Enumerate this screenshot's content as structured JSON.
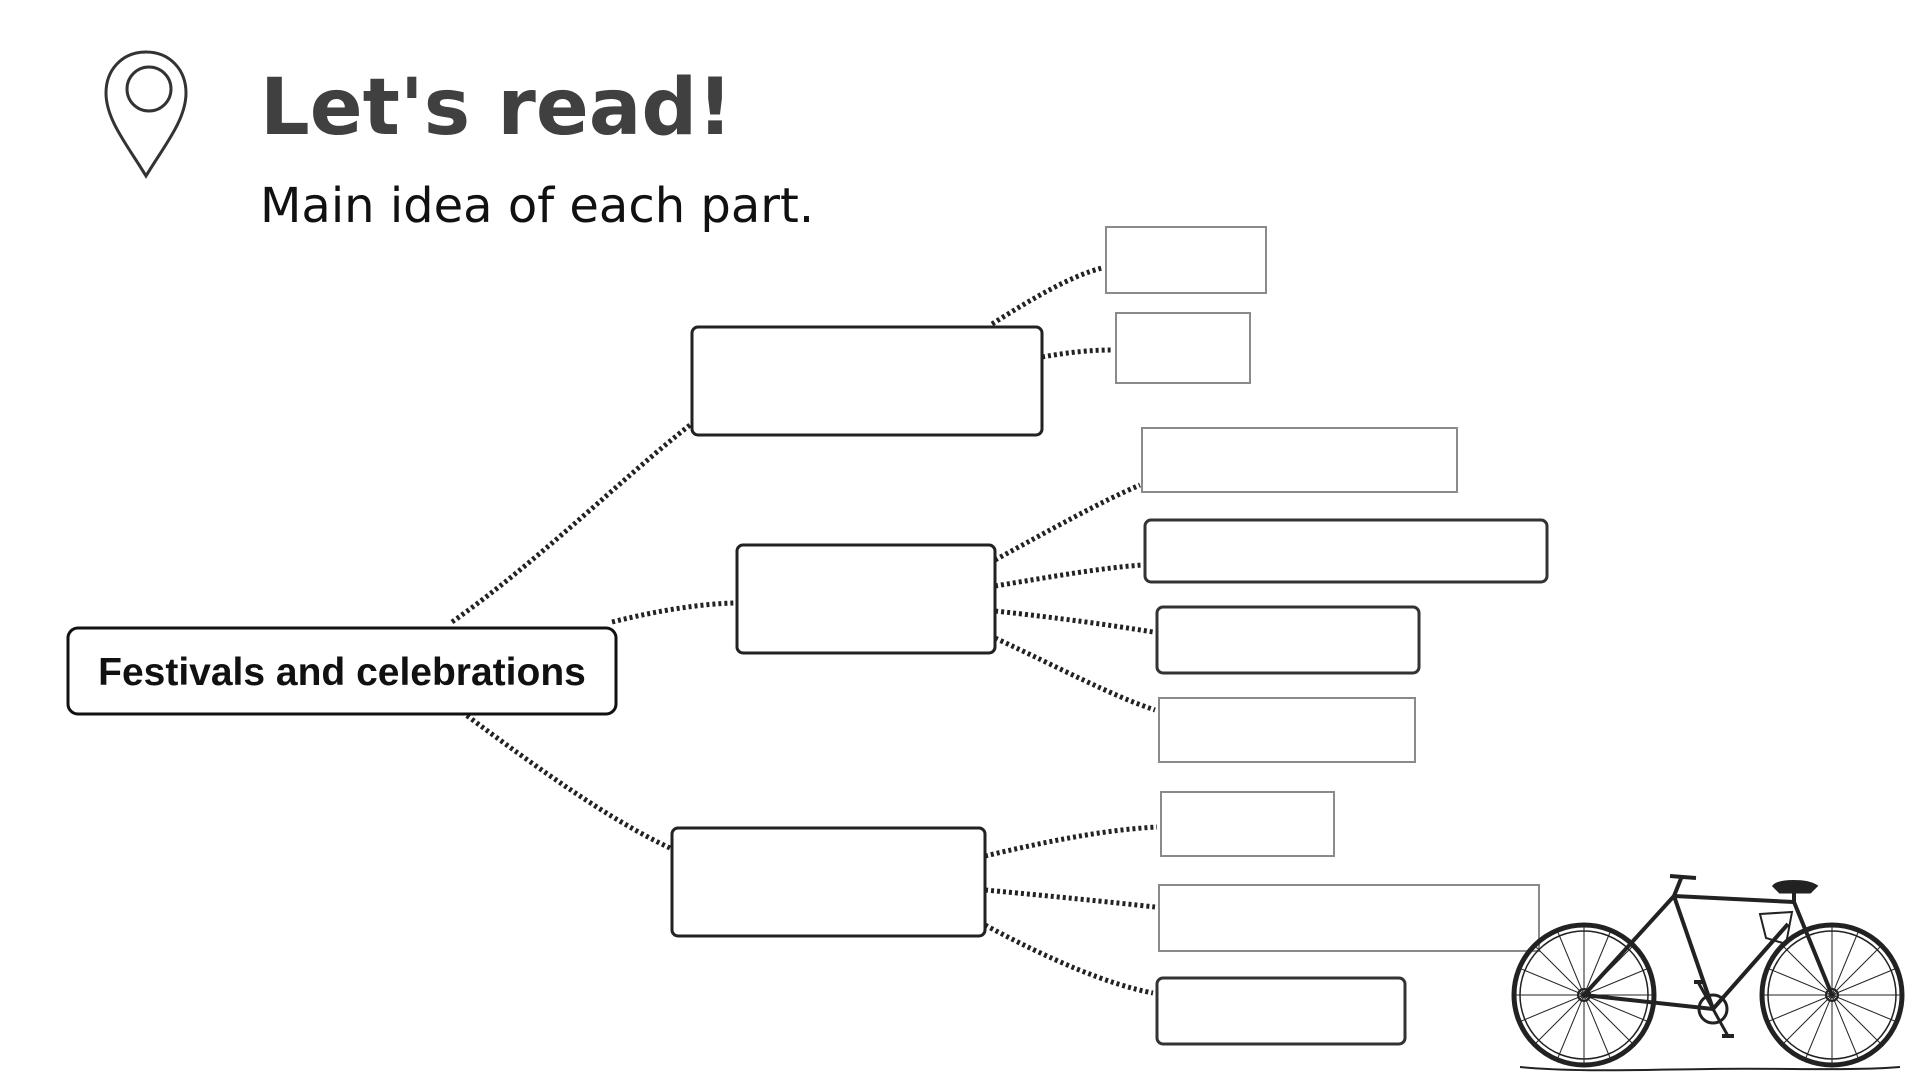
{
  "header": {
    "title": "Let's read!",
    "subtitle": "Main idea of each part.",
    "icon": "location-pin-icon"
  },
  "mind_map": {
    "root": {
      "label": "Festivals and celebrations"
    },
    "branches": [
      {
        "label": "",
        "children": [
          {
            "label": ""
          },
          {
            "label": ""
          }
        ]
      },
      {
        "label": "",
        "children": [
          {
            "label": ""
          },
          {
            "label": ""
          },
          {
            "label": ""
          },
          {
            "label": ""
          }
        ]
      },
      {
        "label": "",
        "children": [
          {
            "label": ""
          },
          {
            "label": ""
          },
          {
            "label": ""
          }
        ]
      }
    ]
  },
  "decoration": {
    "illustration": "bicycle-illustration"
  },
  "colors": {
    "title": "#404040",
    "text": "#111111",
    "box_border": "#222222",
    "light_box_border": "#8a8a8a"
  }
}
